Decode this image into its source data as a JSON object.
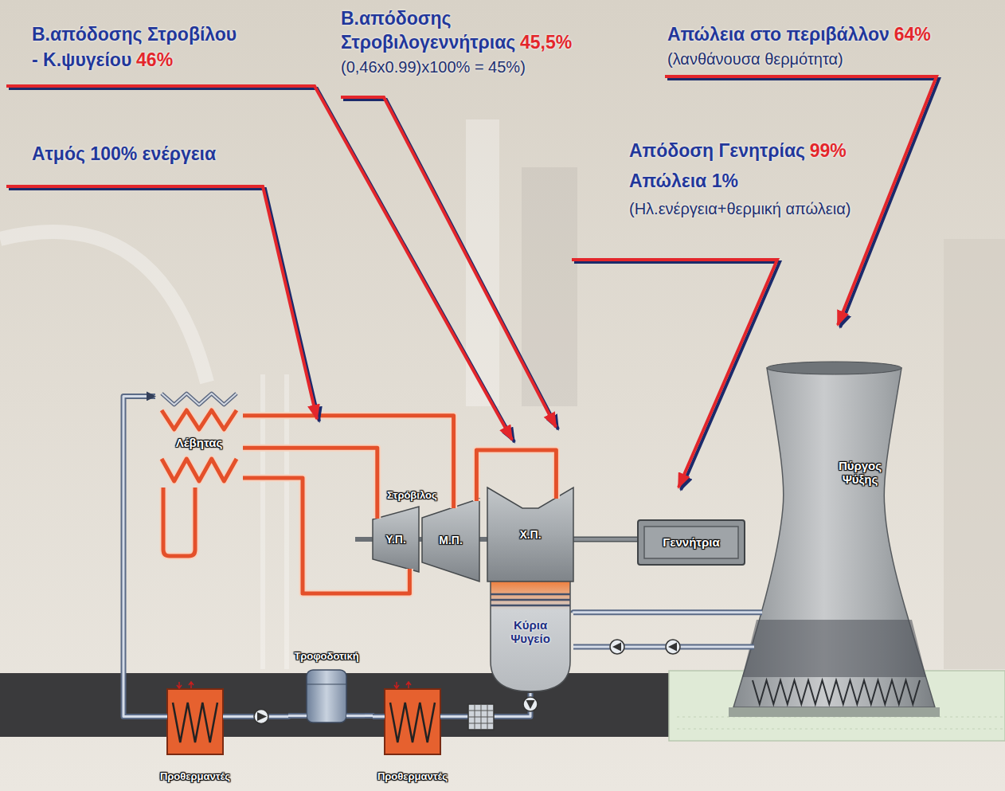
{
  "diagram": {
    "nodes": [
      {
        "text": [
          "Λέβητας"
        ]
      },
      {
        "text": [
          "Υ.Π."
        ]
      },
      {
        "text": [
          "Μ.Π."
        ]
      },
      {
        "text": [
          "Χ.Π."
        ]
      },
      {
        "text": [
          "Γεννήτρια"
        ]
      },
      {
        "text": [
          "Πύργος Ψύξης"
        ]
      },
      {
        "text": [
          "Κύρια Ψυγείο"
        ]
      },
      {
        "text": [
          "Τροφοδοτική"
        ]
      },
      {
        "text": [
          "Προθερμαντές"
        ]
      },
      {
        "text": [
          "Προθερμαντές"
        ]
      }
    ],
    "edges": [
      {
        "from": 0,
        "to": 1,
        "arrow": "none"
      },
      {
        "from": 1,
        "to": 0,
        "arrow": "none"
      },
      {
        "from": 0,
        "to": 2,
        "arrow": "none"
      },
      {
        "from": 2,
        "to": 3,
        "arrow": "none"
      },
      {
        "from": 3,
        "to": 4,
        "arrow": "none"
      },
      {
        "from": 6,
        "to": 5,
        "arrow": "none"
      },
      {
        "from": 5,
        "to": 6,
        "arrow": "none"
      },
      {
        "from": 6,
        "to": 9,
        "arrow": "none"
      },
      {
        "from": 9,
        "to": 7,
        "arrow": "none"
      },
      {
        "from": 7,
        "to": 8,
        "arrow": "none"
      },
      {
        "from": 8,
        "to": 0,
        "arrow": "to"
      }
    ],
    "labels": [
      "Β.απόδοσης Στροβίλου",
      "- Κ.ψυγείου",
      "46%",
      "Β.απόδοσης",
      "Στροβιλογεννήτριας",
      "45,5%",
      "(0,46x0.99)x100% = 45%)",
      "Απώλεια στο περιβάλλον",
      "64%",
      "(λανθάνουσα θερμότητα)",
      "Ατμός 100% ενέργεια",
      "Απόδοση Γενητρίας",
      "99%",
      "Απώλεια 1%",
      "(Ηλ.ενέργεια+θερμική απώλεια)",
      "Στρόβιλος"
    ]
  }
}
